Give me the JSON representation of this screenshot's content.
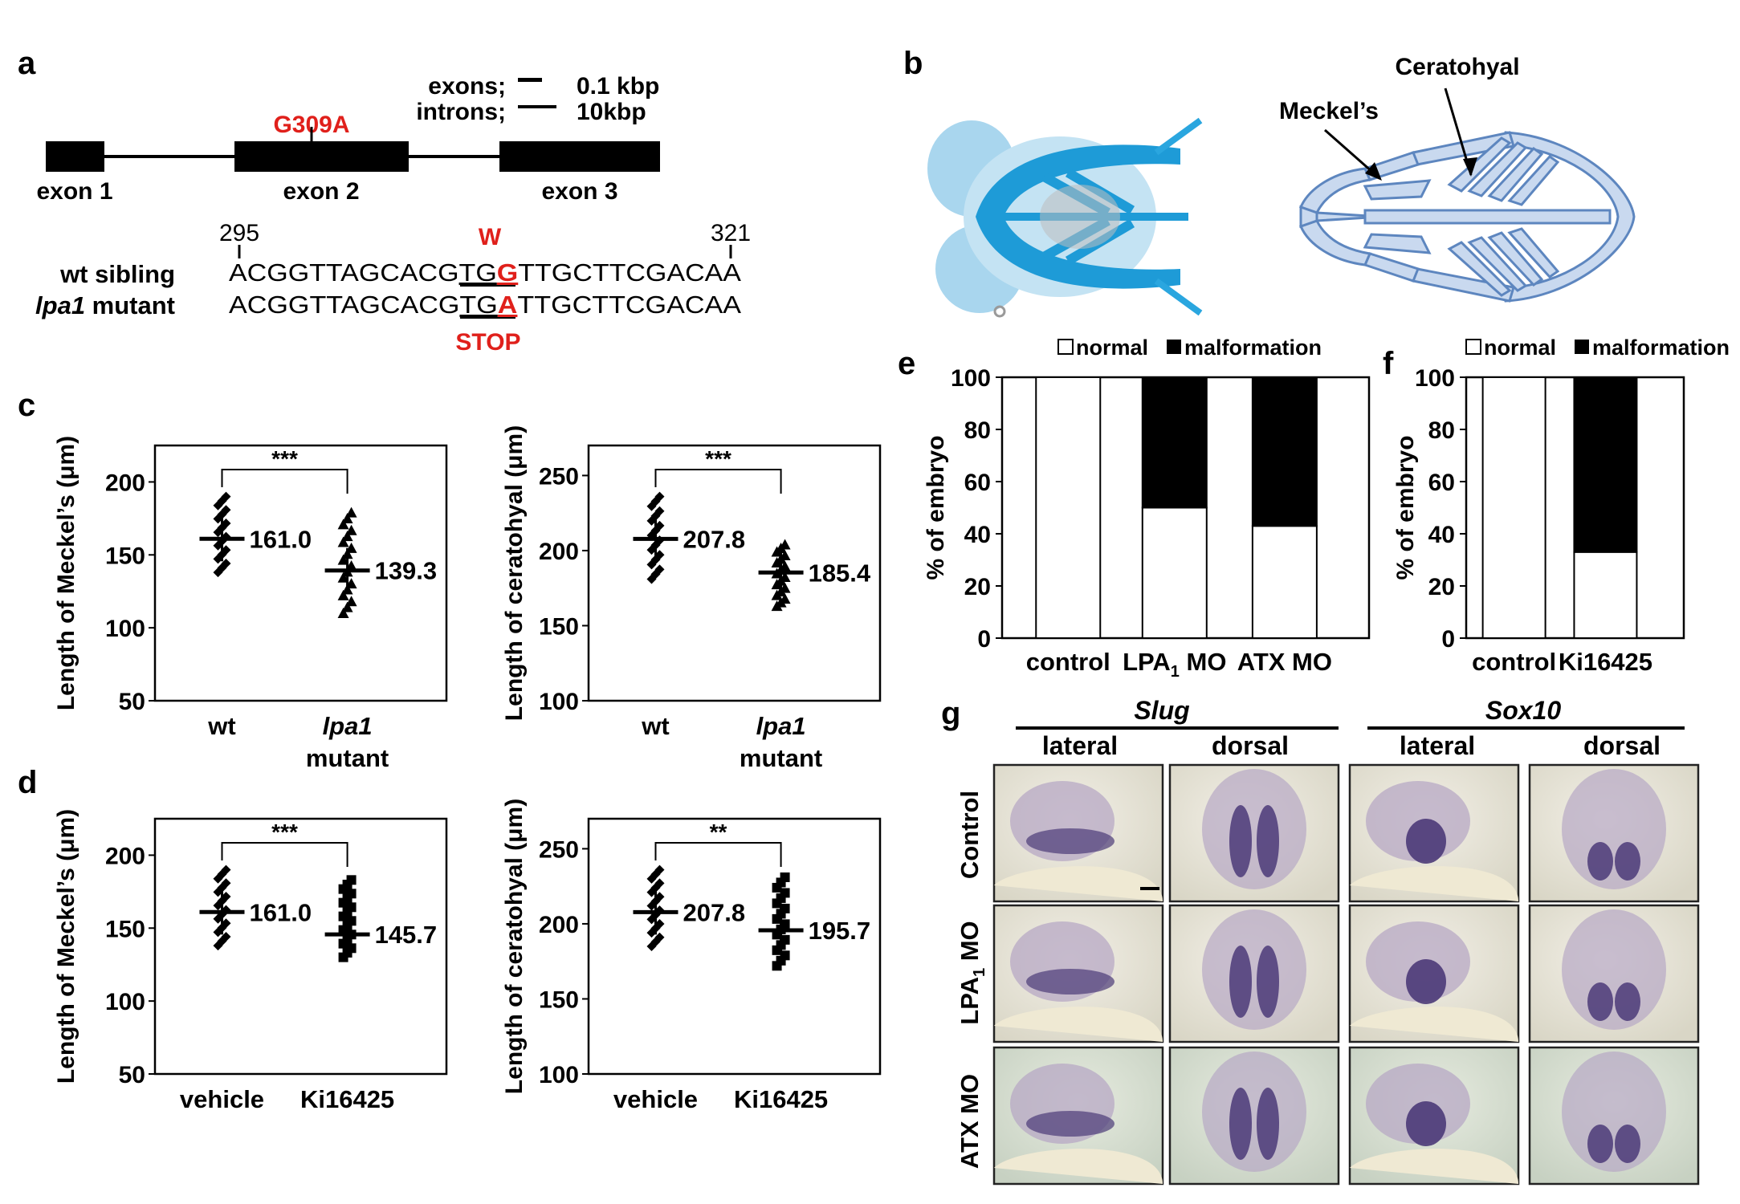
{
  "colors": {
    "red": "#e0201b",
    "black": "#000000",
    "cartilage_blue": "#3ea9e0",
    "schematic_blue": "#8fb1d8",
    "ish_purple": "#4b3a78",
    "embryo_bg": "#e8e6d8"
  },
  "panel_a": {
    "label": "a",
    "mutation": "G309A",
    "legend_exons": "exons;",
    "legend_exons_scale": "0.1 kbp",
    "legend_introns": "introns;",
    "legend_introns_scale": "10kbp",
    "exons": [
      "exon 1",
      "exon 2",
      "exon 3"
    ],
    "pos_start": "295",
    "pos_end": "321",
    "aa_wt": "W",
    "row_wt_label": "wt sibling",
    "row_mut_label_gene": "lpa1",
    "row_mut_label_rest": " mutant",
    "seq_prefix": "ACGGTTAGCACG",
    "wt_codon_a": "TG",
    "wt_codon_b": "G",
    "mut_codon_a": "TG",
    "mut_codon_b": "A",
    "seq_suffix": "TTGCTTCGACAA",
    "stop": "STOP"
  },
  "panel_b": {
    "label": "b",
    "ceratohyal": "Ceratohyal",
    "meckels": "Meckel’s"
  },
  "panel_c": {
    "label": "c"
  },
  "panel_d": {
    "label": "d"
  },
  "panel_e": {
    "label": "e"
  },
  "panel_f": {
    "label": "f"
  },
  "panel_g": {
    "label": "g",
    "genes": [
      "Slug",
      "Sox10"
    ],
    "views": [
      "lateral",
      "dorsal",
      "lateral",
      "dorsal"
    ],
    "rows": [
      "Control",
      "LPA",
      "ATX MO"
    ],
    "row2_sub": "1",
    "row2_rest": " MO"
  },
  "legend": {
    "normal": "normal",
    "malformation": "malformation"
  },
  "chart_data": [
    {
      "id": "c-left",
      "type": "scatter",
      "ylabel": "Length of Meckel’s (μm)",
      "ylim": [
        50,
        225
      ],
      "yticks": [
        50,
        100,
        150,
        200
      ],
      "categories": [
        "wt",
        "lpa1 mutant"
      ],
      "category_lines": [
        [
          "wt"
        ],
        [
          "lpa1",
          "mutant"
        ]
      ],
      "means": [
        161.0,
        139.3
      ],
      "mean_labels": [
        "161.0",
        "139.3"
      ],
      "significance": "***",
      "marker": [
        "diamond",
        "triangle"
      ],
      "spread": [
        [
          138,
          190
        ],
        [
          110,
          179
        ]
      ]
    },
    {
      "id": "c-right",
      "type": "scatter",
      "ylabel": "Length of ceratohyal (μm)",
      "ylim": [
        100,
        270
      ],
      "yticks": [
        100,
        150,
        200,
        250
      ],
      "categories": [
        "wt",
        "lpa1 mutant"
      ],
      "category_lines": [
        [
          "wt"
        ],
        [
          "lpa1",
          "mutant"
        ]
      ],
      "means": [
        207.8,
        185.4
      ],
      "mean_labels": [
        "207.8",
        "185.4"
      ],
      "significance": "***",
      "marker": [
        "diamond",
        "triangle"
      ],
      "spread": [
        [
          181,
          236
        ],
        [
          163,
          204
        ]
      ]
    },
    {
      "id": "d-left",
      "type": "scatter",
      "ylabel": "Length of Meckel’s (μm)",
      "ylim": [
        50,
        225
      ],
      "yticks": [
        50,
        100,
        150,
        200
      ],
      "categories": [
        "vehicle",
        "Ki16425"
      ],
      "category_lines": [
        [
          "vehicle"
        ],
        [
          "Ki16425"
        ]
      ],
      "means": [
        161.0,
        145.7
      ],
      "mean_labels": [
        "161.0",
        "145.7"
      ],
      "significance": "***",
      "marker": [
        "diamond",
        "square"
      ],
      "spread": [
        [
          138,
          190
        ],
        [
          130,
          183
        ]
      ]
    },
    {
      "id": "d-right",
      "type": "scatter",
      "ylabel": "Length of ceratohyal (μm)",
      "ylim": [
        100,
        270
      ],
      "yticks": [
        100,
        150,
        200,
        250
      ],
      "categories": [
        "vehicle",
        "Ki16425"
      ],
      "category_lines": [
        [
          "vehicle"
        ],
        [
          "Ki16425"
        ]
      ],
      "means": [
        207.8,
        195.7
      ],
      "mean_labels": [
        "207.8",
        "195.7"
      ],
      "significance": "**",
      "marker": [
        "diamond",
        "square"
      ],
      "spread": [
        [
          185,
          236
        ],
        [
          172,
          231
        ]
      ]
    },
    {
      "id": "e",
      "type": "bar",
      "stacked": true,
      "ylabel": "% of embryo",
      "ylim": [
        0,
        100
      ],
      "yticks": [
        0,
        20,
        40,
        60,
        80,
        100
      ],
      "categories": [
        "control",
        "LPA1 MO",
        "ATX MO"
      ],
      "series": [
        {
          "name": "normal",
          "values": [
            100,
            50,
            43
          ]
        },
        {
          "name": "malformation",
          "values": [
            0,
            50,
            57
          ]
        }
      ]
    },
    {
      "id": "f",
      "type": "bar",
      "stacked": true,
      "ylabel": "% of embryo",
      "ylim": [
        0,
        100
      ],
      "yticks": [
        0,
        20,
        40,
        60,
        80,
        100
      ],
      "categories": [
        "control",
        "Ki16425"
      ],
      "series": [
        {
          "name": "normal",
          "values": [
            100,
            33
          ]
        },
        {
          "name": "malformation",
          "values": [
            0,
            67
          ]
        }
      ]
    }
  ]
}
